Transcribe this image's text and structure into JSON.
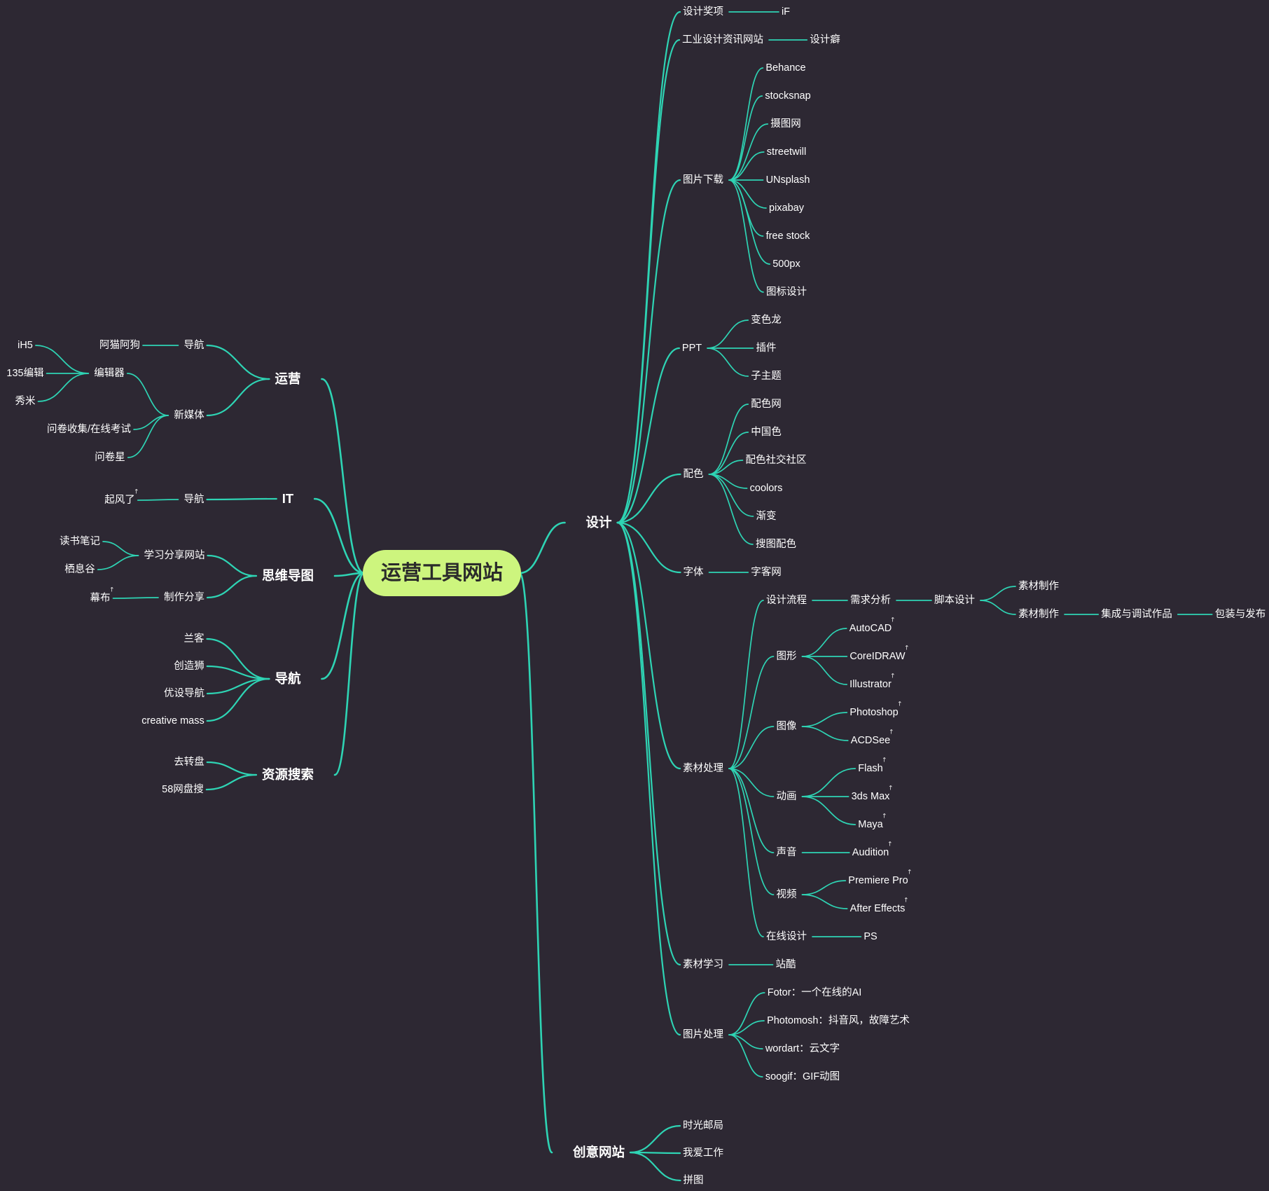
{
  "colors": {
    "background": "#2d2833",
    "link": "#2ed4b4",
    "root_fill": "#cdf57e",
    "text": "#ffffff"
  },
  "mindmap": {
    "root": "运营工具网站",
    "left": [
      {
        "label": "运营",
        "children": [
          {
            "label": "导航",
            "children": [
              {
                "label": "阿猫阿狗"
              }
            ]
          },
          {
            "label": "新媒体",
            "children": [
              {
                "label": "编辑器",
                "children": [
                  {
                    "label": "iH5"
                  },
                  {
                    "label": "135编辑"
                  },
                  {
                    "label": "秀米"
                  }
                ]
              },
              {
                "label": "问卷收集/在线考试"
              },
              {
                "label": "问卷星"
              }
            ]
          }
        ]
      },
      {
        "label": "IT",
        "children": [
          {
            "label": "导航",
            "children": [
              {
                "label": "起风了"
              }
            ]
          }
        ]
      },
      {
        "label": "思维导图",
        "children": [
          {
            "label": "学习分享网站",
            "children": [
              {
                "label": "读书笔记"
              },
              {
                "label": "栖息谷"
              }
            ]
          },
          {
            "label": "制作分享",
            "children": [
              {
                "label": "幕布"
              }
            ]
          }
        ]
      },
      {
        "label": "导航",
        "children": [
          {
            "label": "兰客"
          },
          {
            "label": "创造狮"
          },
          {
            "label": "优设导航"
          },
          {
            "label": "creative mass"
          }
        ]
      },
      {
        "label": "资源搜索",
        "children": [
          {
            "label": "去转盘"
          },
          {
            "label": "58网盘搜"
          }
        ]
      }
    ],
    "right": [
      {
        "label": "设计",
        "children": [
          {
            "label": "设计奖项",
            "children": [
              {
                "label": "iF"
              }
            ]
          },
          {
            "label": "工业设计资讯网站",
            "children": [
              {
                "label": "设计癖"
              }
            ]
          },
          {
            "label": "图片下载",
            "children": [
              {
                "label": "Behance"
              },
              {
                "label": "stocksnap"
              },
              {
                "label": "摄图网"
              },
              {
                "label": "streetwill"
              },
              {
                "label": "UNsplash"
              },
              {
                "label": "pixabay"
              },
              {
                "label": "free stock"
              },
              {
                "label": "500px"
              },
              {
                "label": "图标设计"
              }
            ]
          },
          {
            "label": "PPT",
            "children": [
              {
                "label": "变色龙"
              },
              {
                "label": "插件"
              },
              {
                "label": "子主题"
              }
            ]
          },
          {
            "label": "配色",
            "children": [
              {
                "label": "配色网"
              },
              {
                "label": "中国色"
              },
              {
                "label": "配色社交社区"
              },
              {
                "label": "coolors"
              },
              {
                "label": "渐变"
              },
              {
                "label": "搜图配色"
              }
            ]
          },
          {
            "label": "字体",
            "children": [
              {
                "label": "字客网"
              }
            ]
          },
          {
            "label": "素材处理",
            "children": [
              {
                "label": "设计流程",
                "children": [
                  {
                    "label": "需求分析",
                    "children": [
                      {
                        "label": "脚本设计",
                        "children": [
                          {
                            "label": "素材制作"
                          },
                          {
                            "label": "素材制作",
                            "children": [
                              {
                                "label": "集成与调试作品",
                                "children": [
                                  {
                                    "label": "包装与发布"
                                  }
                                ]
                              }
                            ]
                          }
                        ]
                      }
                    ]
                  }
                ]
              },
              {
                "label": "图形",
                "children": [
                  {
                    "label": "AutoCAD"
                  },
                  {
                    "label": "CoreIDRAW"
                  },
                  {
                    "label": "Illustrator"
                  }
                ]
              },
              {
                "label": "图像",
                "children": [
                  {
                    "label": "Photoshop"
                  },
                  {
                    "label": "ACDSee"
                  }
                ]
              },
              {
                "label": "动画",
                "children": [
                  {
                    "label": "Flash"
                  },
                  {
                    "label": "3ds Max"
                  },
                  {
                    "label": "Maya"
                  }
                ]
              },
              {
                "label": "声音",
                "children": [
                  {
                    "label": "Audition"
                  }
                ]
              },
              {
                "label": "视频",
                "children": [
                  {
                    "label": "Premiere Pro"
                  },
                  {
                    "label": "After Effects"
                  }
                ]
              },
              {
                "label": "在线设计",
                "children": [
                  {
                    "label": "PS"
                  }
                ]
              }
            ]
          },
          {
            "label": "素材学习",
            "children": [
              {
                "label": "站酷"
              }
            ]
          },
          {
            "label": "图片处理",
            "children": [
              {
                "label": "Fotor：一个在线的AI"
              },
              {
                "label": "Photomosh：抖音风，故障艺术"
              },
              {
                "label": "wordart：云文字"
              },
              {
                "label": "soogif：GIF动图"
              }
            ]
          }
        ]
      },
      {
        "label": "创意网站",
        "children": [
          {
            "label": "时光邮局"
          },
          {
            "label": "我爱工作"
          },
          {
            "label": "拼图"
          }
        ]
      }
    ]
  }
}
